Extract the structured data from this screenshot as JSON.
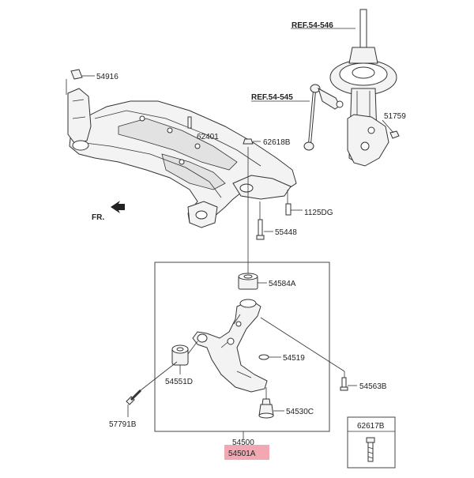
{
  "labels": {
    "p54916": "54916",
    "p62401": "62401",
    "p62618B": "62618B",
    "p1125DG": "1125DG",
    "p55448": "55448",
    "ref546": "REF.54-546",
    "ref545": "REF.54-545",
    "p51759": "51759",
    "fr": "FR.",
    "p54584A": "54584A",
    "p54519": "54519",
    "p54563B": "54563B",
    "p54551D": "54551D",
    "p54530C": "54530C",
    "p57791B": "57791B",
    "p54500": "54500",
    "p54501A": "54501A",
    "p62617B": "62617B"
  },
  "colors": {
    "highlight": "#f2a7b2",
    "line": "#333333"
  }
}
